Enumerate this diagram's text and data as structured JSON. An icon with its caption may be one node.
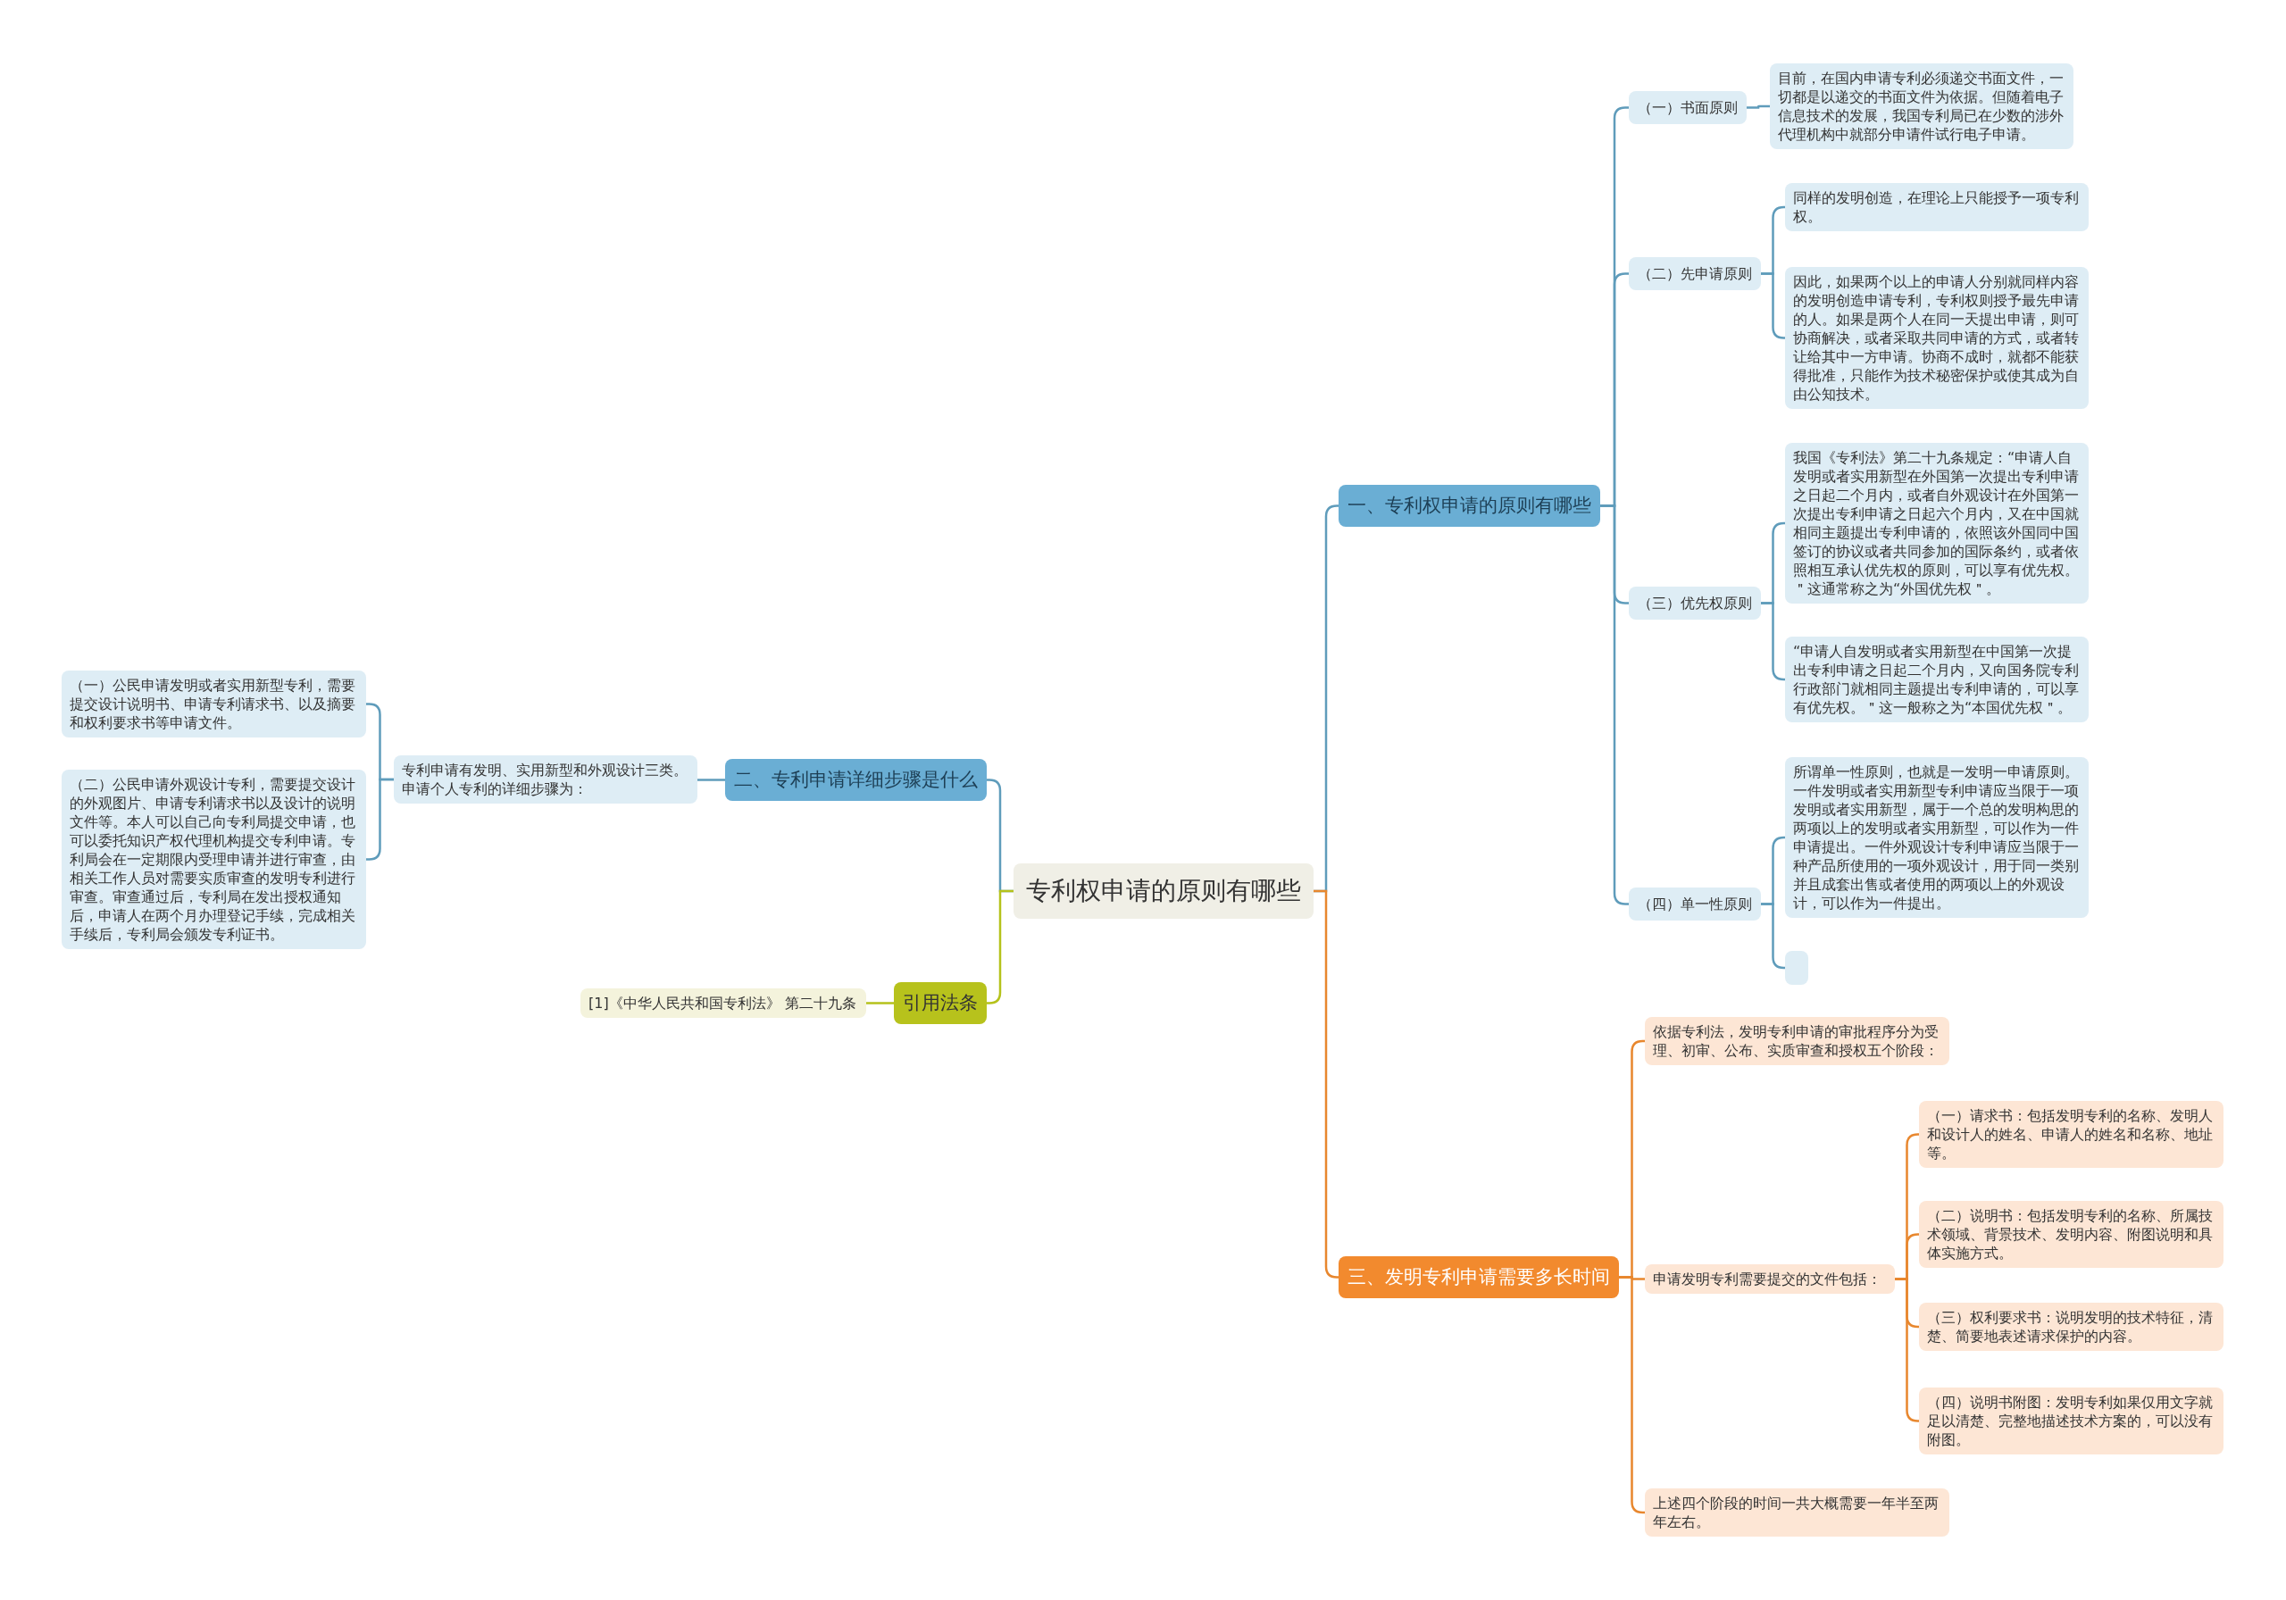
{
  "diagram": {
    "nodes": [
      {
        "text": [
          "专利权申请的原则有哪些"
        ]
      },
      {
        "text": [
          "一、专利权申请的原则有哪些"
        ]
      },
      {
        "text": [
          "（一）书面原则"
        ]
      },
      {
        "text": [
          "目前，在国内申请专利必须递交书面文件，一切都是以递交的书面文件为依据。但随着电子信息技术的发展，我国专利局已在少数的涉外代理机构中就部分申请件试行电子申请。"
        ]
      },
      {
        "text": [
          "（二）先申请原则"
        ]
      },
      {
        "text": [
          "同样的发明创造，在理论上只能授予一项专利权。"
        ]
      },
      {
        "text": [
          "因此，如果两个以上的申请人分别就同样内容的发明创造申请专利，专利权则授予最先申请的人。如果是两个人在同一天提出申请，则可协商解决，或者采取共同申请的方式，或者转让给其中一方申请。协商不成时，就都不能获得批准，只能作为技术秘密保护或使其成为自由公知技术。"
        ]
      },
      {
        "text": [
          "（三）优先权原则"
        ]
      },
      {
        "text": [
          "我国《专利法》第二十九条规定：“申请人自发明或者实用新型在外国第一次提出专利申请之日起二个月内，或者自外观设计在外国第一次提出专利申请之日起六个月内，又在中国就相同主题提出专利申请的，依照该外国同中国签订的协议或者共同参加的国际条约，或者依照相互承认优先权的原则，可以享有优先权。＂这通常称之为“外国优先权＂。"
        ]
      },
      {
        "text": [
          "“申请人自发明或者实用新型在中国第一次提出专利申请之日起二个月内，又向国务院专利行政部门就相同主题提出专利申请的，可以享有优先权。＂这一般称之为“本国优先权＂。"
        ]
      },
      {
        "text": [
          "（四）单一性原则"
        ]
      },
      {
        "text": [
          "所谓单一性原则，也就是一发明一申请原则。一件发明或者实用新型专利申请应当限于一项发明或者实用新型，属于一个总的发明构思的两项以上的发明或者实用新型，可以作为一件申请提出。一件外观设计专利申请应当限于一种产品所使用的一项外观设计，用于同一类别并且成套出售或者使用的两项以上的外观设计，可以作为一件提出。"
        ]
      },
      {
        "text": [],
        "shape": "box"
      },
      {
        "text": [
          "二、专利申请详细步骤是什么"
        ]
      },
      {
        "text": [
          "专利申请有发明、实用新型和外观设计三类。申请个人专利的详细步骤为："
        ]
      },
      {
        "text": [
          "（一）公民申请发明或者实用新型专利，需要提交设计说明书、申请专利请求书、以及摘要和权利要求书等申请文件。"
        ]
      },
      {
        "text": [
          "（二）公民申请外观设计专利，需要提交设计的外观图片、申请专利请求书以及设计的说明文件等。本人可以自己向专利局提交申请，也可以委托知识产权代理机构提交专利申请。专利局会在一定期限内受理申请并进行审查，由相关工作人员对需要实质审查的发明专利进行审查。审查通过后，专利局在发出授权通知后，申请人在两个月办理登记手续，完成相关手续后，专利局会颁发专利证书。"
        ]
      },
      {
        "text": [
          "引用法条"
        ]
      },
      {
        "text": [
          "[1]《中华人民共和国专利法》 第二十九条"
        ]
      },
      {
        "text": [
          "三、发明专利申请需要多长时间"
        ]
      },
      {
        "text": [
          "依据专利法，发明专利申请的审批程序分为受理、初审、公布、实质审查和授权五个阶段："
        ]
      },
      {
        "text": [
          "申请发明专利需要提交的文件包括："
        ]
      },
      {
        "text": [
          "（一）请求书：包括发明专利的名称、发明人和设计人的姓名、申请人的姓名和名称、地址等。"
        ]
      },
      {
        "text": [
          "（二）说明书：包括发明专利的名称、所属技术领域、背景技术、发明内容、附图说明和具体实施方式。"
        ]
      },
      {
        "text": [
          "（三）权利要求书：说明发明的技术特征，清楚、简要地表述请求保护的内容。"
        ]
      },
      {
        "text": [
          "（四）说明书附图：发明专利如果仅用文字就足以清楚、完整地描述技术方案的，可以没有附图。"
        ]
      },
      {
        "text": [
          "上述四个阶段的时间一共大概需要一年半至两年左右。"
        ]
      }
    ],
    "edges": [
      {
        "from": 0,
        "to": 1,
        "arrow": "none"
      },
      {
        "from": 1,
        "to": 2,
        "arrow": "none"
      },
      {
        "from": 2,
        "to": 3,
        "arrow": "none"
      },
      {
        "from": 1,
        "to": 4,
        "arrow": "none"
      },
      {
        "from": 4,
        "to": 5,
        "arrow": "none"
      },
      {
        "from": 4,
        "to": 6,
        "arrow": "none"
      },
      {
        "from": 1,
        "to": 7,
        "arrow": "none"
      },
      {
        "from": 7,
        "to": 8,
        "arrow": "none"
      },
      {
        "from": 7,
        "to": 9,
        "arrow": "none"
      },
      {
        "from": 1,
        "to": 10,
        "arrow": "none"
      },
      {
        "from": 10,
        "to": 11,
        "arrow": "none"
      },
      {
        "from": 10,
        "to": 12,
        "arrow": "none"
      },
      {
        "from": 0,
        "to": 13,
        "arrow": "none"
      },
      {
        "from": 13,
        "to": 14,
        "arrow": "none"
      },
      {
        "from": 14,
        "to": 15,
        "arrow": "none"
      },
      {
        "from": 14,
        "to": 16,
        "arrow": "none"
      },
      {
        "from": 0,
        "to": 17,
        "arrow": "none",
        "color": "#b5c21b"
      },
      {
        "from": 17,
        "to": 18,
        "arrow": "none",
        "color": "#b5c21b"
      },
      {
        "from": 0,
        "to": 19,
        "arrow": "none",
        "color": "#e8872e"
      },
      {
        "from": 19,
        "to": 20,
        "arrow": "none",
        "color": "#e8872e"
      },
      {
        "from": 19,
        "to": 21,
        "arrow": "none",
        "color": "#e8872e"
      },
      {
        "from": 21,
        "to": 22,
        "arrow": "none",
        "color": "#e8872e"
      },
      {
        "from": 21,
        "to": 23,
        "arrow": "none",
        "color": "#e8872e"
      },
      {
        "from": 21,
        "to": 24,
        "arrow": "none",
        "color": "#e8872e"
      },
      {
        "from": 21,
        "to": 25,
        "arrow": "none",
        "color": "#e8872e"
      },
      {
        "from": 19,
        "to": 26,
        "arrow": "none",
        "color": "#e8872e"
      }
    ]
  }
}
